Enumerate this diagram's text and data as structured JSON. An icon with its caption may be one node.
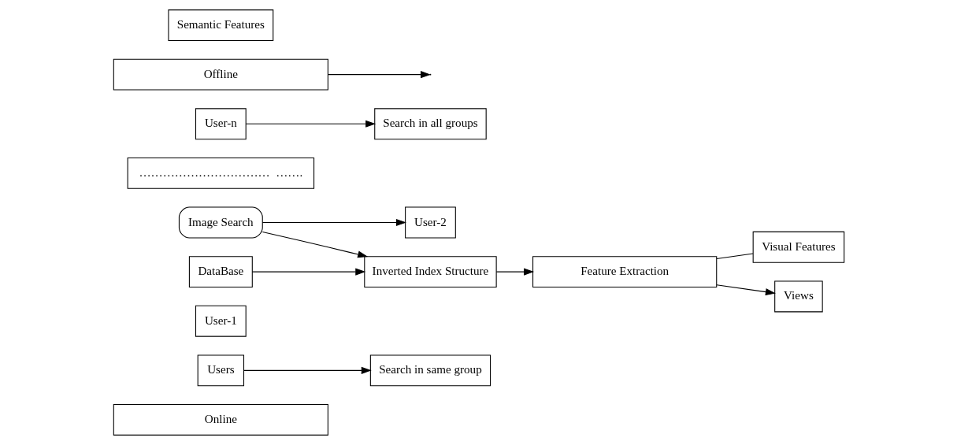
{
  "diagram": {
    "nodes": [
      {
        "text": [
          "Online"
        ]
      },
      {
        "text": [
          "Users"
        ]
      },
      {
        "text": [
          "User-1"
        ]
      },
      {
        "text": [
          "User-2"
        ]
      },
      {
        "text": [
          "……………………………  ……."
        ]
      },
      {
        "text": [
          "User-n"
        ]
      },
      {
        "text": [
          "Image Search"
        ]
      },
      {
        "text": [
          "Search in same group"
        ]
      },
      {
        "text": [
          "Search in all groups"
        ]
      },
      {
        "text": [
          "Offline"
        ]
      },
      {
        "text": [
          "DataBase"
        ]
      },
      {
        "text": [
          "Inverted Index Structure"
        ]
      },
      {
        "text": [
          "Feature Extraction"
        ]
      },
      {
        "text": [
          "Visual Features"
        ]
      },
      {
        "text": [
          "Semantic Features"
        ]
      },
      {
        "text": [
          "Views"
        ]
      }
    ],
    "edges": [
      {
        "from": 1,
        "to": 7,
        "arrow": "to"
      },
      {
        "from": 6,
        "to": 3,
        "arrow": "to"
      },
      {
        "from": 6,
        "to": 11,
        "arrow": "to"
      },
      {
        "from": 5,
        "to": 8,
        "arrow": "to"
      },
      {
        "from": 9,
        "to": null,
        "arrow": "to"
      },
      {
        "from": 10,
        "to": 11,
        "arrow": "to"
      },
      {
        "from": 11,
        "to": 12,
        "arrow": "to"
      },
      {
        "from": 12,
        "to": 13,
        "arrow": "none"
      },
      {
        "from": 12,
        "to": 15,
        "arrow": "to"
      }
    ]
  }
}
